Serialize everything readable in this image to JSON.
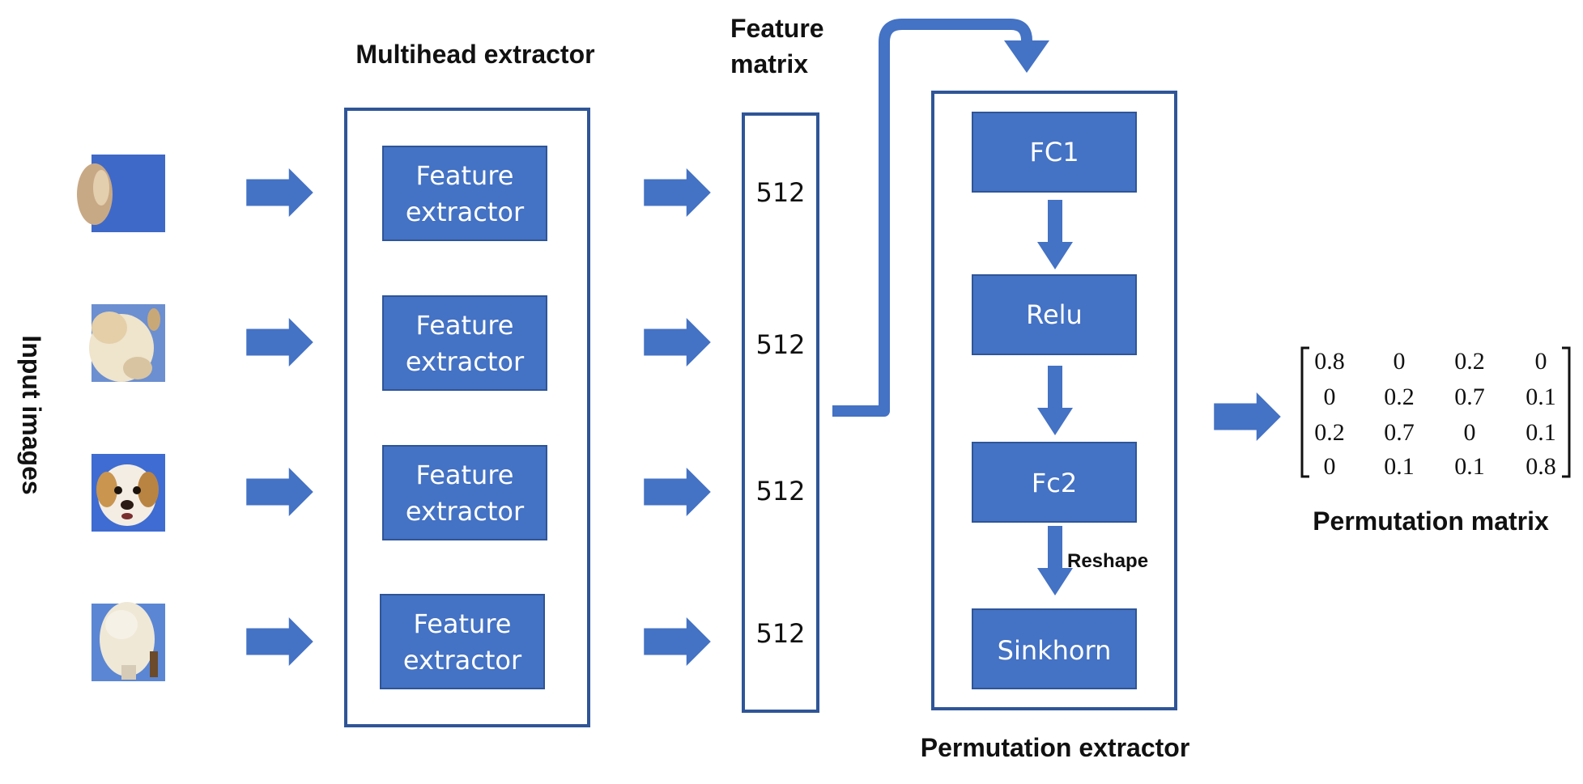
{
  "labels": {
    "input_images": "Input images",
    "multihead_title": "Multihead extractor",
    "feature_matrix_line1": "Feature",
    "feature_matrix_line2": "matrix",
    "permutation_extractor": "Permutation extractor",
    "permutation_matrix": "Permutation matrix",
    "reshape": "Reshape"
  },
  "extractors": [
    {
      "line1": "Feature",
      "line2": "extractor"
    },
    {
      "line1": "Feature",
      "line2": "extractor"
    },
    {
      "line1": "Feature",
      "line2": "extractor"
    },
    {
      "line1": "Feature",
      "line2": "extractor"
    }
  ],
  "feature_values": [
    "512",
    "512",
    "512",
    "512"
  ],
  "layers": [
    "FC1",
    "Relu",
    "Fc2",
    "Sinkhorn"
  ],
  "matrix": [
    [
      "0.8",
      "0",
      "0.2",
      "0"
    ],
    [
      "0",
      "0.2",
      "0.7",
      "0.1"
    ],
    [
      "0.2",
      "0.7",
      "0",
      "0.1"
    ],
    [
      "0",
      "0.1",
      "0.1",
      "0.8"
    ]
  ],
  "colors": {
    "box_fill": "#4472C4",
    "box_stroke": "#2F5597",
    "arrow": "#4472C4",
    "container": "#2F5597"
  }
}
